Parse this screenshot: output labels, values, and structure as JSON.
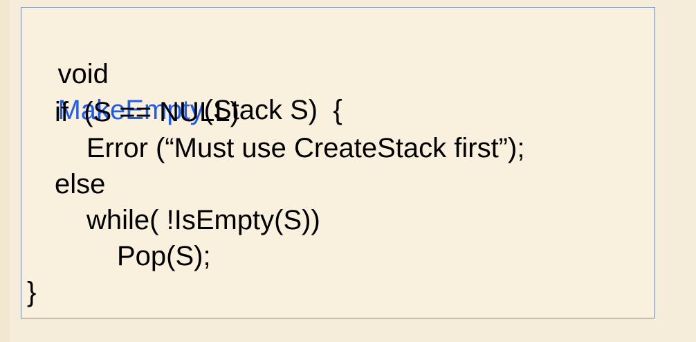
{
  "colors": {
    "page_background": "#f5ecda",
    "box_background": "#f9f0de",
    "box_border": "#6f86b6",
    "function_name": "#1f5cf2",
    "text": "#000000"
  },
  "code": {
    "signature": {
      "keyword": "void",
      "function_name": "MakeEmpty",
      "params": "(Stack S)",
      "brace_open": "{"
    },
    "if_line": "if  (S == NULL)",
    "error_line": "Error (“Must use CreateStack first”);",
    "else_line": "else",
    "while_line": "while( !IsEmpty(S))",
    "pop_line": "Pop(S);",
    "brace_close": "}"
  }
}
